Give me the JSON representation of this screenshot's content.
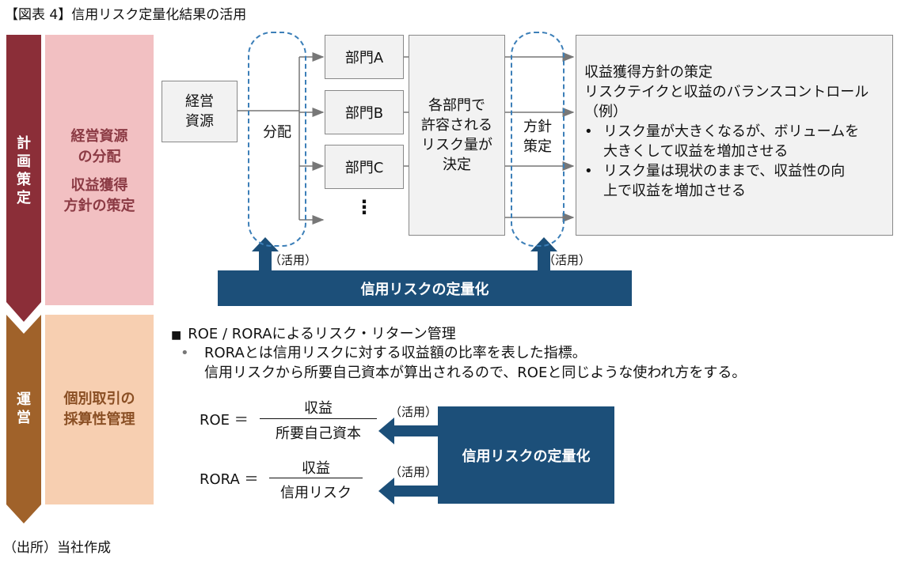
{
  "title": "【図表 4】信用リスク定量化結果の活用",
  "phases": {
    "plan": [
      "計",
      "画",
      "策",
      "定"
    ],
    "ops": [
      "運",
      "営"
    ]
  },
  "categories": {
    "plan_line1": "経営資源",
    "plan_line2": "の分配",
    "plan_line3": "収益獲得",
    "plan_line4": "方針の策定",
    "ops_line1": "個別取引の",
    "ops_line2": "採算性管理"
  },
  "flow": {
    "resource_line1": "経営",
    "resource_line2": "資源",
    "allocation": "分配",
    "dept_a": "部門A",
    "dept_b": "部門B",
    "dept_c": "部門C",
    "dept_more": "⋮",
    "decision_line1": "各部門で",
    "decision_line2": "許容される",
    "decision_line3": "リスク量が",
    "decision_line4": "決定",
    "policy_line1": "方針",
    "policy_line2": "策定",
    "right_line1": "収益獲得方針の策定",
    "right_line2": "リスクテイクと収益のバランスコントロール",
    "right_line3": "（例）",
    "bullet1_line1": "リスク量が大きくなるが、ボリュームを",
    "bullet1_line2": "大きくして収益を増加させる",
    "bullet2_line1": "リスク量は現状のままで、収益性の向",
    "bullet2_line2": "上で収益を増加させる",
    "use_label": "（活用）",
    "bar_label": "信用リスクの定量化"
  },
  "ops": {
    "heading": "ROE / RORAによるリスク・リターン管理",
    "bullet_line1": "RORAとは信用リスクに対する収益額の比率を表した指標。",
    "bullet_line2": "信用リスクから所要自己資本が算出されるので、ROEと同じような使われ方をする。",
    "roe_label": "ROE ＝",
    "roe_numerator": "収益",
    "roe_denominator": "所要自己資本",
    "rora_label": "RORA ＝",
    "rora_numerator": "収益",
    "rora_denominator": "信用リスク",
    "use_label": "（活用）",
    "box_label": "信用リスクの定量化"
  },
  "source": "（出所）当社作成",
  "colors": {
    "plan_arrow": "#8b2e38",
    "ops_arrow": "#a0622a",
    "pink": "#f2c0c2",
    "peach": "#f7cfb1",
    "navy": "#1c4f79",
    "dashed": "#3c7fb8"
  }
}
